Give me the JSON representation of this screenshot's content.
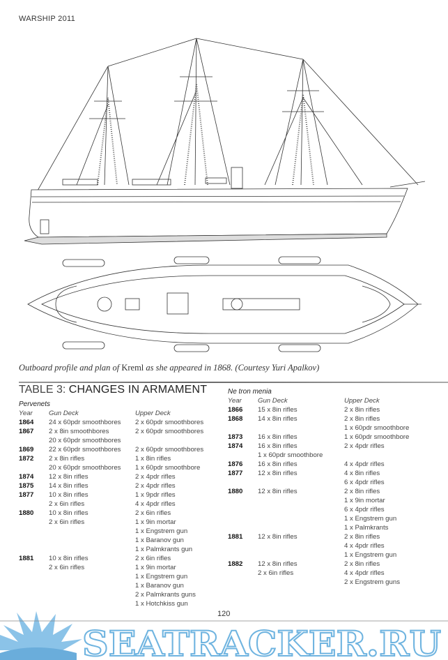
{
  "running_header": "WARSHIP 2011",
  "caption": {
    "pre": "Outboard profile and plan of ",
    "ship": "Kreml",
    "post": " as she appeared in 1868. (Courtesy Yuri Apalkov)"
  },
  "table": {
    "label": "TABLE 3: ",
    "title": "CHANGES IN ARMAMENT",
    "columns": {
      "year": "Year",
      "gun": "Gun Deck",
      "upper": "Upper Deck"
    },
    "left": {
      "ship": "Pervenets",
      "rows": [
        [
          "1864",
          "24 x 60pdr smoothbores",
          "2 x 60pdr smoothbores"
        ],
        [
          "1867",
          "2 x 8in smoothbores",
          "2 x 60pdr smoothbores"
        ],
        [
          "",
          "20 x 60pdr smoothbores",
          ""
        ],
        [
          "1869",
          "22 x 60pdr smoothbores",
          "2 x 60pdr smoothbores"
        ],
        [
          "1872",
          "2 x 8in rifles",
          "1 x 8in rifles"
        ],
        [
          "",
          "20 x 60pdr smoothbores",
          "1 x 60pdr smoothbore"
        ],
        [
          "1874",
          "12 x 8in rifles",
          "2 x 4pdr rifles"
        ],
        [
          "1875",
          "14 x 8in rifles",
          "2 x 4pdr rifles"
        ],
        [
          "1877",
          "10 x 8in rifles",
          "1 x 9pdr rifles"
        ],
        [
          "",
          "2 x 6in rifles",
          "4 x 4pdr rifles"
        ],
        [
          "1880",
          "10 x 8in rifles",
          "2 x 6in rifles"
        ],
        [
          "",
          "2  x 6in rifles",
          "1 x 9in mortar"
        ],
        [
          "",
          "",
          "1 x Engstrem gun"
        ],
        [
          "",
          "",
          "1 x Baranov gun"
        ],
        [
          "",
          "",
          "1 x Palmkrants gun"
        ],
        [
          "1881",
          "10 x 8in rifles",
          "2 x 6in rifles"
        ],
        [
          "",
          "2 x 6in rifles",
          "1 x 9in mortar"
        ],
        [
          "",
          "",
          "1 x Engstrem gun"
        ],
        [
          "",
          "",
          "1 x Baranov gun"
        ],
        [
          "",
          "",
          "2 x Palmkrants guns"
        ],
        [
          "",
          "",
          "1 x Hotchkiss gun"
        ]
      ]
    },
    "right": {
      "ship": "Ne tron menia",
      "rows": [
        [
          "1866",
          "15 x 8in rifles",
          "2 x 8in rifles"
        ],
        [
          "1868",
          "14 x 8in rifles",
          "2 x 8in rifles"
        ],
        [
          "",
          "",
          "1 x 60pdr smoothbore"
        ],
        [
          "1873",
          "16 x 8in rifles",
          "1 x 60pdr smoothbore"
        ],
        [
          "1874",
          "16 x 8in rifles",
          "2 x 4pdr rifles"
        ],
        [
          "",
          "1 x 60pdr smoothbore",
          ""
        ],
        [
          "1876",
          "16 x 8in rifles",
          "4 x 4pdr rifles"
        ],
        [
          "1877",
          "12 x 8in rifles",
          "4 x 8in rifles"
        ],
        [
          "",
          "",
          "6 x 4pdr rifles"
        ],
        [
          "1880",
          "12 x 8in rifles",
          "2 x 8in rifles"
        ],
        [
          "",
          "",
          "1 x 9in mortar"
        ],
        [
          "",
          "",
          "6 x 4pdr rifles"
        ],
        [
          "",
          "",
          "1 x Engstrem gun"
        ],
        [
          "",
          "",
          "1 x Palmkrants"
        ],
        [
          "1881",
          "12 x 8in rifles",
          "2 x 8in rifles"
        ],
        [
          "",
          "",
          "4 x 4pdr rifles"
        ],
        [
          "",
          "",
          "1 x Engstrem gun"
        ],
        [
          "1882",
          "12 x 8in rifles",
          "2 x 8in rifles"
        ],
        [
          "",
          "2 x 6in rifles",
          "4 x 4pdr rifles"
        ],
        [
          "",
          "",
          "2 x Engstrem guns"
        ]
      ]
    }
  },
  "page_number": "120",
  "watermark": {
    "text": "SEATRACKER.RU",
    "color": "#6fb4e0"
  }
}
